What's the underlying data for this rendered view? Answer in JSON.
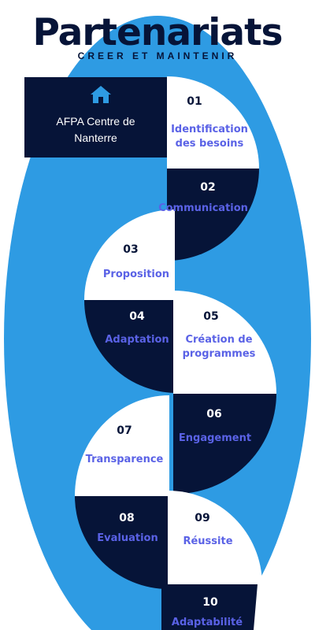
{
  "header": {
    "title": "Partenariats",
    "subtitle": "CREER ET MAINTENIR"
  },
  "org": {
    "name_line1": "AFPA Centre de",
    "name_line2": "Nanterre",
    "icon": "home-icon"
  },
  "steps": [
    {
      "num": "01",
      "label_line1": "Identification",
      "label_line2": "des besoins"
    },
    {
      "num": "02",
      "label_line1": "Communication"
    },
    {
      "num": "03",
      "label_line1": "Proposition"
    },
    {
      "num": "04",
      "label_line1": "Adaptation"
    },
    {
      "num": "05",
      "label_line1": "Création de",
      "label_line2": "programmes"
    },
    {
      "num": "06",
      "label_line1": "Engagement"
    },
    {
      "num": "07",
      "label_line1": "Transparence"
    },
    {
      "num": "08",
      "label_line1": "Evaluation"
    },
    {
      "num": "09",
      "label_line1": "Réussite"
    },
    {
      "num": "10",
      "label_line1": "Adaptabilité"
    }
  ],
  "colors": {
    "background_oval": "#2e9be3",
    "navy": "#061438",
    "white": "#ffffff",
    "label": "#5a62e6"
  }
}
